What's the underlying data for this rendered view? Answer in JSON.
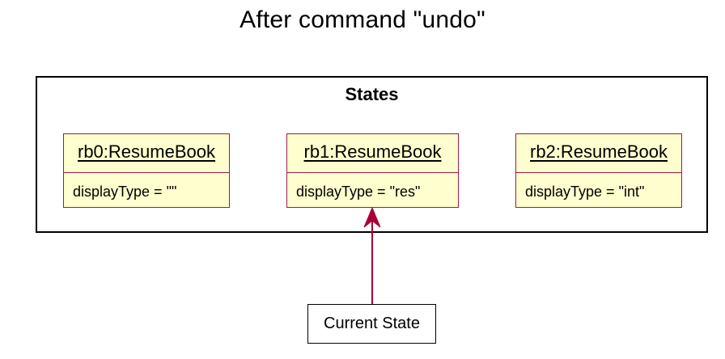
{
  "title": "After command \"undo\"",
  "states": {
    "label": "States",
    "objects": [
      {
        "name": "rb0:ResumeBook",
        "attribute": "displayType = \"\""
      },
      {
        "name": "rb1:ResumeBook",
        "attribute": "displayType = \"res\""
      },
      {
        "name": "rb2:ResumeBook",
        "attribute": "displayType = \"int\""
      }
    ]
  },
  "pointer": {
    "label": "Current State",
    "target_index": 1
  },
  "colors": {
    "object_fill": "#fefece",
    "object_border": "#9a1b4b",
    "arrow": "#a80036",
    "frame": "#000000"
  }
}
